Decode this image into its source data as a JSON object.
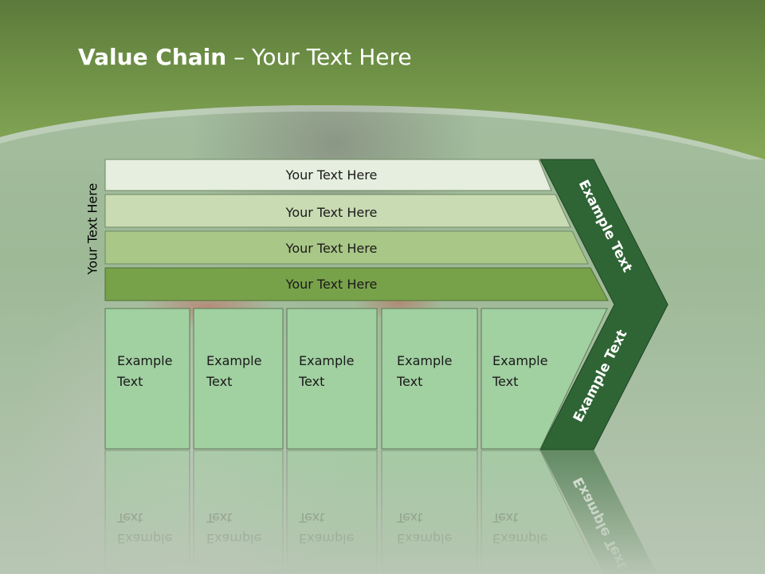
{
  "slide": {
    "title_bold": "Value Chain",
    "title_rest": " – Your Text Here"
  },
  "side_label": "Your Text Here",
  "bars": [
    {
      "text": "Your Text Here",
      "color": "#e6eedf"
    },
    {
      "text": "Your Text Here",
      "color": "#c9dbb3"
    },
    {
      "text": "Your Text Here",
      "color": "#a9c787"
    },
    {
      "text": "Your Text Here",
      "color": "#78a24a"
    }
  ],
  "cells": [
    {
      "line1": "Example",
      "line2": "Text"
    },
    {
      "line1": "Example",
      "line2": "Text"
    },
    {
      "line1": "Example",
      "line2": "Text"
    },
    {
      "line1": "Example",
      "line2": "Text"
    },
    {
      "line1": "Example",
      "line2": "Text"
    }
  ],
  "arrow": {
    "upper_text": "Example Text",
    "lower_text": "Example Text",
    "color": "#2f6535"
  },
  "colors": {
    "header": "#6f9146",
    "cell_fill": "#a1d0a1",
    "cell_stroke": "#5a7a55"
  }
}
